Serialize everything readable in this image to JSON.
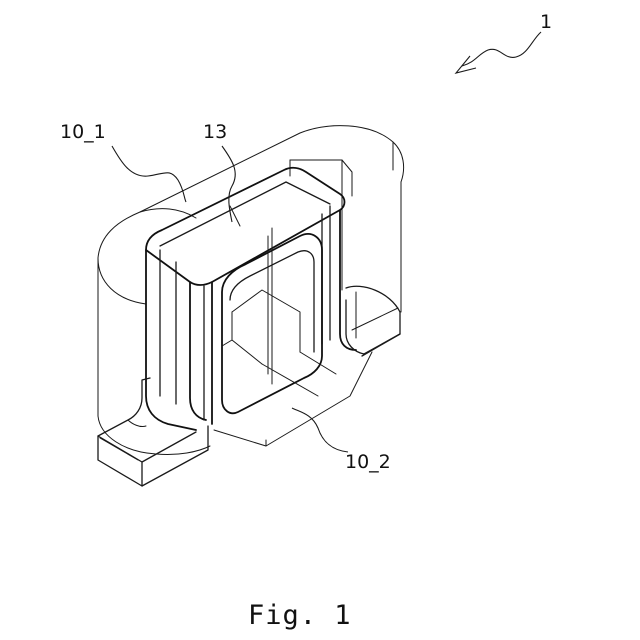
{
  "labels": {
    "assembly": "1",
    "first_core": "10_1",
    "coil": "13",
    "second_core": "10_2"
  },
  "caption": "Fig. 1"
}
